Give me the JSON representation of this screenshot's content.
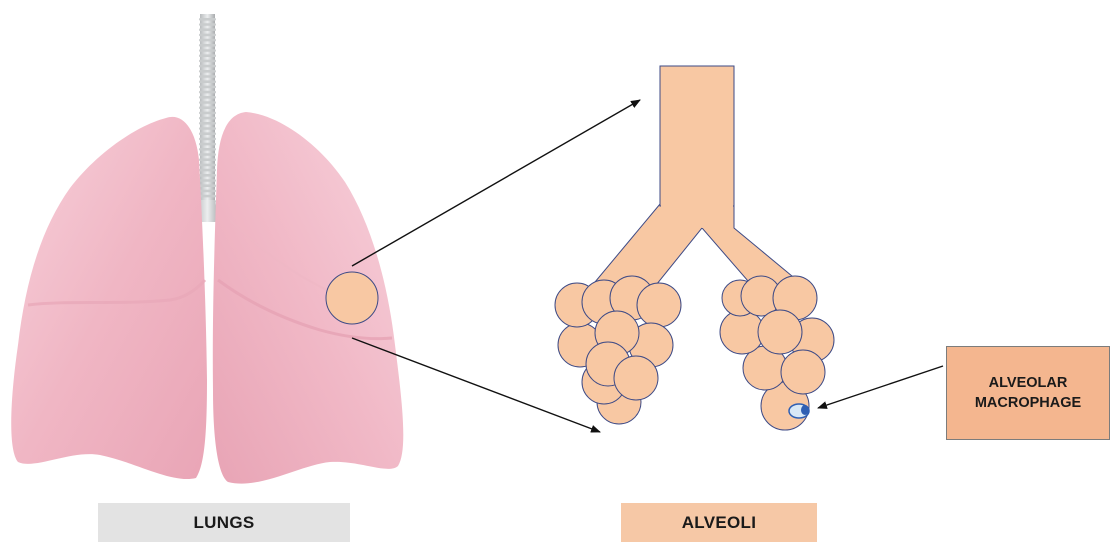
{
  "labels": {
    "lungs": "LUNGS",
    "alveoli": "ALVEOLI",
    "macrophage_line1": "ALVEOLAR",
    "macrophage_line2": "MACROPHAGE"
  },
  "colors": {
    "alveoli_fill": "#f8c8a3",
    "alveoli_stroke": "#3d4a86",
    "lung_pink": "#f2b8c6",
    "lungs_label_bg": "#e3e3e3",
    "alveoli_label_bg": "#f6c8a6",
    "macrophage_label_bg": "#f4b68f",
    "macrophage_cell": "#2f5fb3"
  }
}
